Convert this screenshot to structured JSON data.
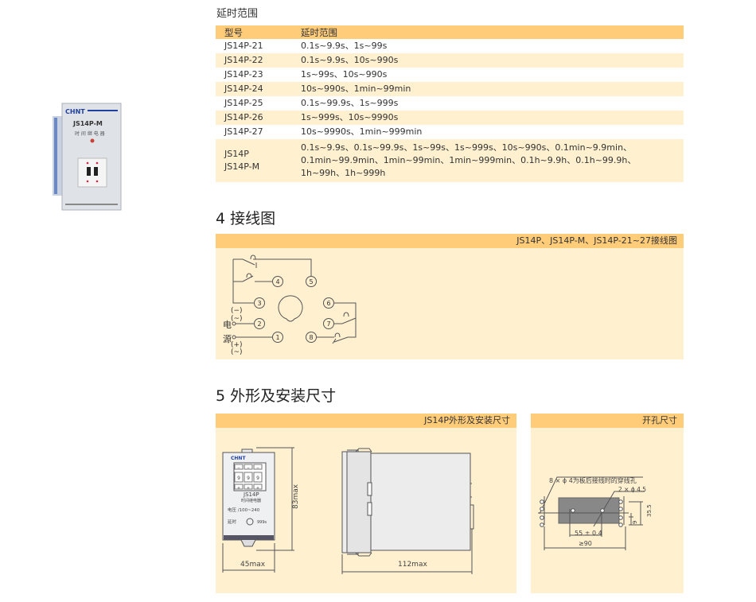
{
  "delay_section": {
    "title": "延时范围",
    "table": {
      "headers": [
        "型号",
        "延时范围"
      ],
      "rows": [
        {
          "model": "JS14P-21",
          "range": "0.1s~9.9s、1s~99s"
        },
        {
          "model": "JS14P-22",
          "range": "0.1s~9.9s、10s~990s"
        },
        {
          "model": "JS14P-23",
          "range": "1s~99s、10s~990s"
        },
        {
          "model": "JS14P-24",
          "range": "10s~990s、1min~99min"
        },
        {
          "model": "JS14P-25",
          "range": "0.1s~99.9s、1s~999s"
        },
        {
          "model": "JS14P-26",
          "range": "1s~999s、10s~9990s"
        },
        {
          "model": "JS14P-27",
          "range": "10s~9990s、1min~999min"
        }
      ],
      "last_row": {
        "model_lines": [
          "JS14P",
          "JS14P-M"
        ],
        "range_lines": [
          "0.1s~9.9s、0.1s~99.9s、1s~99s、1s~999s、10s~990s、0.1min~9.9min、",
          "0.1min~99.9min、1min~99min、1min~999min、0.1h~9.9h、0.1h~99.9h、",
          "1h~99h、1h~999h"
        ]
      }
    }
  },
  "product_photo": {
    "brand": "CHNT",
    "model": "JS14P-M",
    "name": "时间继电器"
  },
  "wiring_section": {
    "title": "4 接线图",
    "panel_title": "JS14P、JS14P-M、JS14P-21~27接线图",
    "terminals": [
      "1",
      "2",
      "3",
      "4",
      "5",
      "6",
      "7",
      "8"
    ],
    "labels": {
      "power1": "电",
      "power2": "源",
      "minus": "(−)",
      "ac1": "(~)",
      "plus": "(+)",
      "ac2": "(~)"
    }
  },
  "dimension_section": {
    "title": "5 外形及安装尺寸",
    "panel_title": "JS14P外形及安装尺寸",
    "front": {
      "brand": "CHNT",
      "model": "JS14P",
      "name": "时间继电器",
      "voltage": "电压 /100~240",
      "delay_label": "延时",
      "delay_value": "999s",
      "digit": "9",
      "minus": "−",
      "plus": "+"
    },
    "dims": {
      "width": "45max",
      "height": "83max",
      "depth": "112max"
    }
  },
  "cutout_section": {
    "panel_title": "开孔尺寸",
    "note_holes": "8 × ϕ 4为板后接线时的穿线孔",
    "note_mount": "2 × ϕ 4.5",
    "dim_55": "55 ± 0.4",
    "dim_90": "≥90",
    "dim_35": "35.5",
    "dim_9": "9"
  },
  "colors": {
    "header": "#ffcc7a",
    "light": "#fff0d0"
  }
}
